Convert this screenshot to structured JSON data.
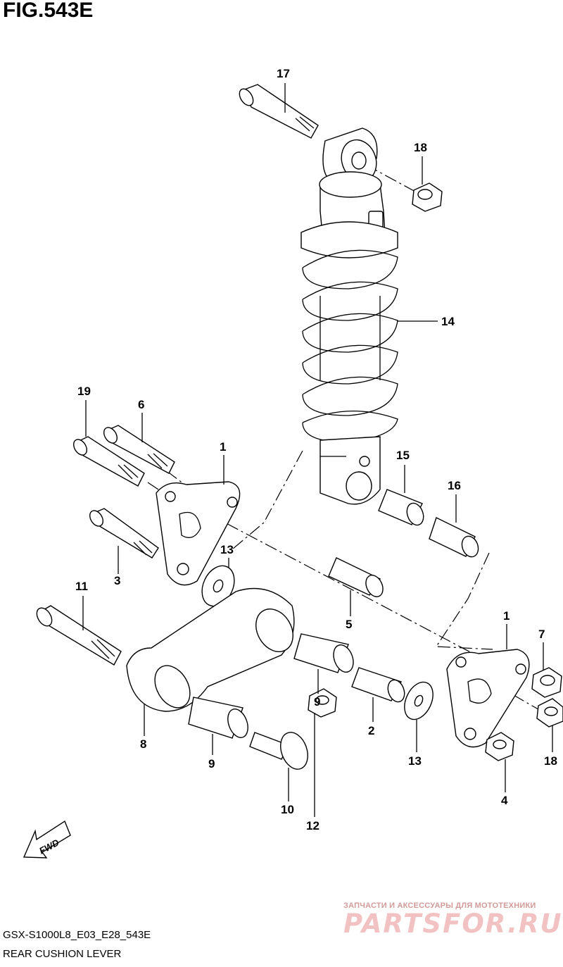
{
  "figure": {
    "title": "FIG.543E",
    "code": "GSX-S1000L8_E03_E28_543E",
    "subtitle": "REAR CUSHION LEVER",
    "fwd_label": "FWD"
  },
  "watermark": {
    "small_text": "ЗАПЧАСТИ И АКСЕССУАРЫ ДЛЯ МОТОТЕХНИКИ",
    "logo_text": "PARTSFOR.RU"
  },
  "callouts": [
    {
      "id": "c1a",
      "label": "1"
    },
    {
      "id": "c1b",
      "label": "1"
    },
    {
      "id": "c2",
      "label": "2"
    },
    {
      "id": "c3",
      "label": "3"
    },
    {
      "id": "c4",
      "label": "4"
    },
    {
      "id": "c5",
      "label": "5"
    },
    {
      "id": "c6",
      "label": "6"
    },
    {
      "id": "c7",
      "label": "7"
    },
    {
      "id": "c8",
      "label": "8"
    },
    {
      "id": "c9a",
      "label": "9"
    },
    {
      "id": "c9b",
      "label": "9"
    },
    {
      "id": "c10",
      "label": "10"
    },
    {
      "id": "c11",
      "label": "11"
    },
    {
      "id": "c12",
      "label": "12"
    },
    {
      "id": "c13a",
      "label": "13"
    },
    {
      "id": "c13b",
      "label": "13"
    },
    {
      "id": "c14",
      "label": "14"
    },
    {
      "id": "c15",
      "label": "15"
    },
    {
      "id": "c16",
      "label": "16"
    },
    {
      "id": "c17",
      "label": "17"
    },
    {
      "id": "c18a",
      "label": "18"
    },
    {
      "id": "c18b",
      "label": "18"
    },
    {
      "id": "c19",
      "label": "19"
    }
  ]
}
